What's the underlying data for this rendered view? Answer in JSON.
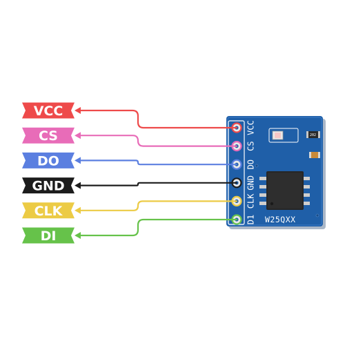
{
  "pins": [
    {
      "label": "VCC",
      "board_label": "VCC",
      "color": "#ee4a4a"
    },
    {
      "label": "CS",
      "board_label": "CS",
      "color": "#e86cb8"
    },
    {
      "label": "DO",
      "board_label": "DO",
      "color": "#5b7fe0"
    },
    {
      "label": "GND",
      "board_label": "GND",
      "color": "#1c1c1c"
    },
    {
      "label": "CLK",
      "board_label": "CLK",
      "color": "#eccb45"
    },
    {
      "label": "DI",
      "board_label": "D1",
      "color": "#66c24a"
    }
  ],
  "board": {
    "model_label": "W25QXX",
    "resistor_code": "202",
    "pcb_color": "#1f5fa8"
  }
}
